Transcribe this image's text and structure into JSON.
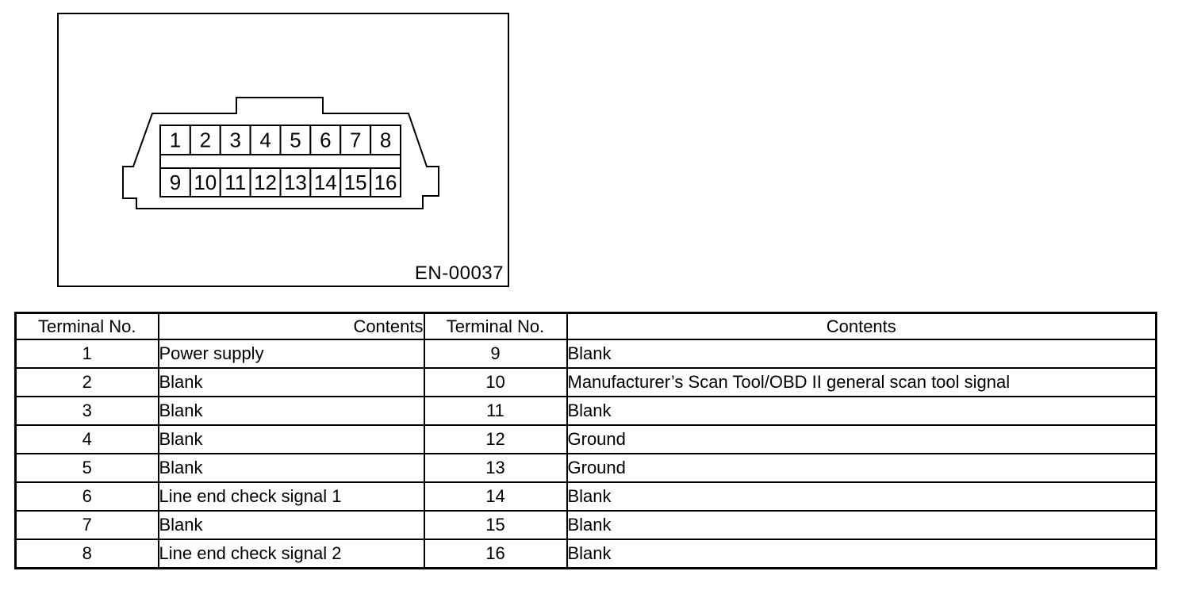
{
  "diagram": {
    "figure_code": "EN-00037",
    "pins_top": [
      "1",
      "2",
      "3",
      "4",
      "5",
      "6",
      "7",
      "8"
    ],
    "pins_bottom": [
      "9",
      "10",
      "11",
      "12",
      "13",
      "14",
      "15",
      "16"
    ]
  },
  "table": {
    "headers": {
      "terminal_no_left": "Terminal No.",
      "contents_left": "Contents",
      "terminal_no_right": "Terminal No.",
      "contents_right": "Contents"
    },
    "rows": [
      {
        "no_left": "1",
        "contents_left": "Power supply",
        "no_right": "9",
        "contents_right": "Blank"
      },
      {
        "no_left": "2",
        "contents_left": "Blank",
        "no_right": "10",
        "contents_right": "Manufacturer’s Scan Tool/OBD II general scan tool signal"
      },
      {
        "no_left": "3",
        "contents_left": "Blank",
        "no_right": "11",
        "contents_right": "Blank"
      },
      {
        "no_left": "4",
        "contents_left": "Blank",
        "no_right": "12",
        "contents_right": "Ground"
      },
      {
        "no_left": "5",
        "contents_left": "Blank",
        "no_right": "13",
        "contents_right": "Ground"
      },
      {
        "no_left": "6",
        "contents_left": "Line end check signal 1",
        "no_right": "14",
        "contents_right": "Blank"
      },
      {
        "no_left": "7",
        "contents_left": "Blank",
        "no_right": "15",
        "contents_right": "Blank"
      },
      {
        "no_left": "8",
        "contents_left": "Line end check signal 2",
        "no_right": "16",
        "contents_right": "Blank"
      }
    ]
  },
  "colors": {
    "ink": "#000000",
    "paper": "#ffffff"
  }
}
